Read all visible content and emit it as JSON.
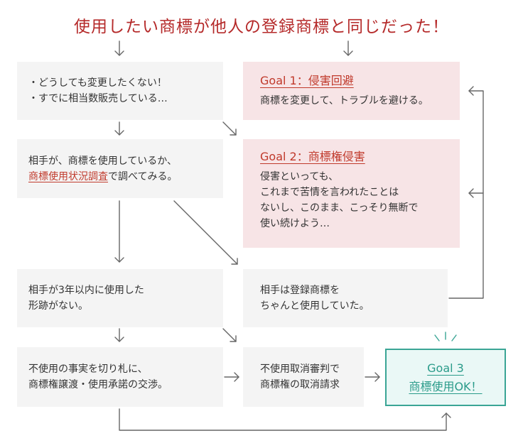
{
  "title": "使用したい商標が他人の登録商標と同じだった！",
  "left": {
    "box1": {
      "line1": "・どうしても変更したくない！",
      "line2": "・すでに相当数販売している…"
    },
    "box2": {
      "line1": "相手が、商標を使用しているか、",
      "link": "商標使用状況調査",
      "suffix": "で調べてみる。"
    },
    "box3": {
      "line1": "相手が3年以内に使用した",
      "line2": "形跡がない。"
    },
    "box4": {
      "line1": "不使用の事実を切り札に、",
      "line2": "商標権譲渡・使用承諾の交渉。"
    }
  },
  "right": {
    "goal1": {
      "heading": "Goal 1：侵害回避",
      "text": "商標を変更して、トラブルを避ける。"
    },
    "goal2": {
      "heading": "Goal 2：商標権侵害",
      "lines": [
        "侵害といっても、",
        "これまで苦情を言われたことは",
        "ないし、このまま、こっそり無断で",
        "使い続けよう…"
      ]
    },
    "used": {
      "line1": "相手は登録商標を",
      "line2": "ちゃんと使用していた。"
    },
    "trial": {
      "line1": "不使用取消審判で",
      "line2": "商標権の取消請求"
    },
    "goal3": {
      "line1": "Goal 3",
      "line2": "商標使用OK！"
    }
  },
  "colors": {
    "title": "#b52a2a",
    "goal_heading": "#c0392b",
    "pink_box": "#f7e4e6",
    "gray_box": "#f4f4f4",
    "goal3_border": "#3aa595",
    "arrow": "#666666"
  }
}
